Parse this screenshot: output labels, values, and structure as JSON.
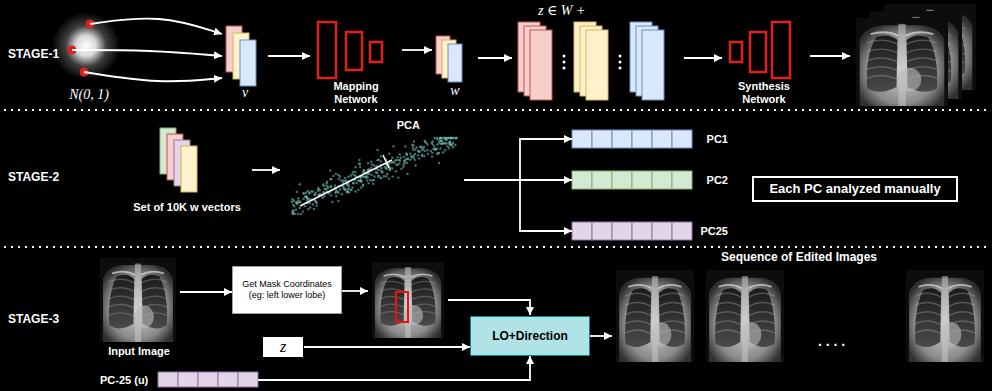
{
  "diagram": {
    "nodes": [
      {
        "text": [
          "N(0, 1)"
        ]
      },
      {
        "text": [
          "v"
        ]
      },
      {
        "text": [
          "Mapping Network"
        ]
      },
      {
        "text": [
          "w"
        ]
      },
      {
        "text": [
          "z ∈ W +"
        ]
      },
      {
        "text": [
          "Synthesis Network"
        ]
      },
      {
        "text": [
          "Set of 10K w vectors"
        ]
      },
      {
        "text": [
          "PCA"
        ]
      },
      {
        "text": [
          "PC1"
        ]
      },
      {
        "text": [
          "PC2"
        ]
      },
      {
        "text": [
          "PC25"
        ]
      },
      {
        "text": [
          "Each PC analyzed manually"
        ]
      },
      {
        "text": [
          "Input Image"
        ]
      },
      {
        "text": [
          "Get Mask Coordinates (eg: left lower lobe)"
        ]
      },
      {
        "text": [
          "z"
        ]
      },
      {
        "text": [
          "PC-25 (u)"
        ]
      },
      {
        "text": [
          "LO+Direction"
        ]
      },
      {
        "text": [
          "Sequence of Edited Images"
        ]
      }
    ],
    "edges": [
      {
        "from": 0,
        "to": 1,
        "arrow": "to"
      },
      {
        "from": 0,
        "to": 1,
        "arrow": "to"
      },
      {
        "from": 0,
        "to": 1,
        "arrow": "to"
      },
      {
        "from": 1,
        "to": 2,
        "arrow": "to"
      },
      {
        "from": 2,
        "to": 3,
        "arrow": "to"
      },
      {
        "from": 3,
        "to": 4,
        "arrow": "to"
      },
      {
        "from": 4,
        "to": 5,
        "arrow": "to"
      },
      {
        "from": 6,
        "to": 7,
        "arrow": "to"
      },
      {
        "from": 7,
        "to": 8,
        "arrow": "to"
      },
      {
        "from": 7,
        "to": 9,
        "arrow": "to"
      },
      {
        "from": 7,
        "to": 10,
        "arrow": "to"
      },
      {
        "from": 12,
        "to": 13,
        "arrow": "to"
      },
      {
        "from": 14,
        "to": 16,
        "arrow": "to"
      },
      {
        "from": 15,
        "to": 16,
        "arrow": "to"
      },
      {
        "from": 16,
        "to": 17,
        "arrow": "to"
      }
    ],
    "labels": [
      "STAGE-1",
      "STAGE-2",
      "STAGE-3",
      ". . . ."
    ]
  }
}
